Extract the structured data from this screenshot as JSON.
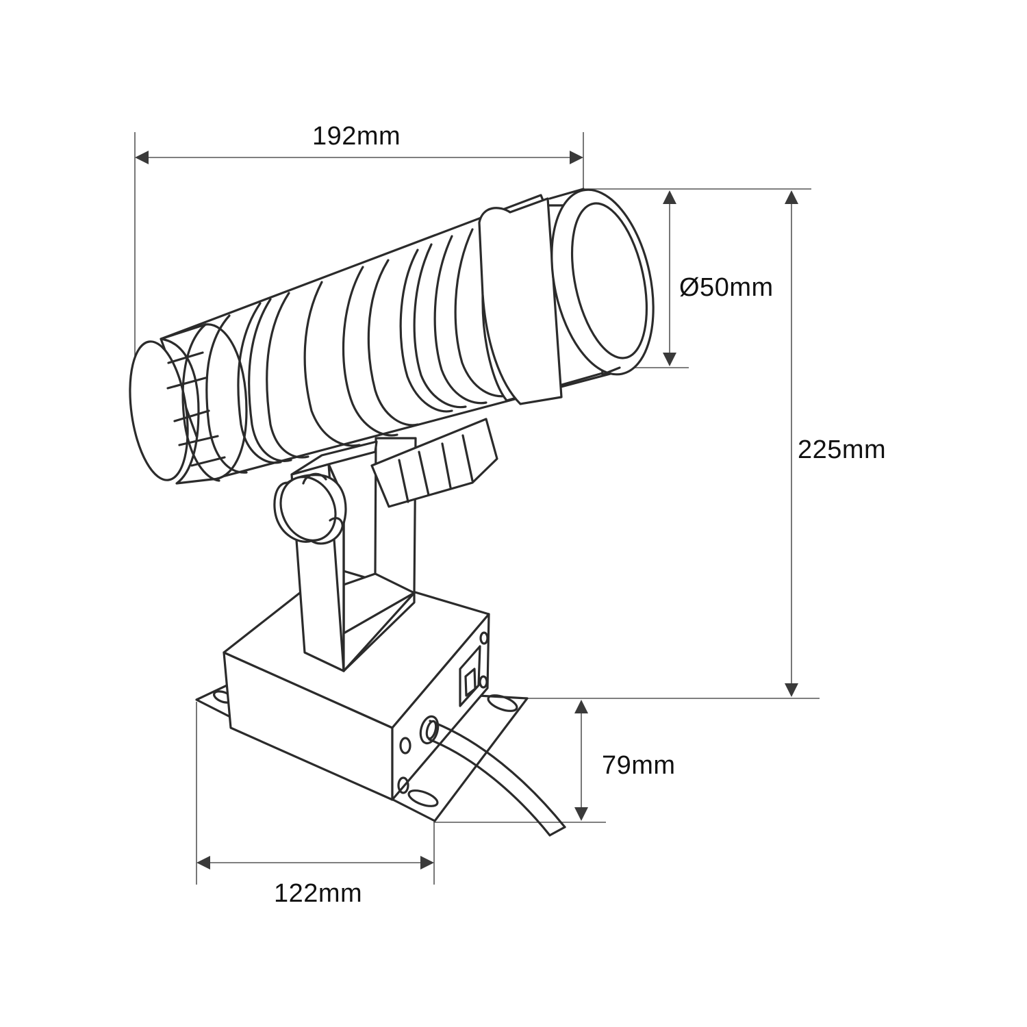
{
  "diagram": {
    "subject": "spotlight projector with bracket and mounting base",
    "line_color": "#2b2b2b",
    "dimension_line_color": "#555555",
    "background": "#ffffff"
  },
  "dimensions": {
    "overall_width": {
      "label": "192mm",
      "value": 192,
      "unit": "mm",
      "orientation": "horizontal"
    },
    "lens_diameter": {
      "label": "Ø50mm",
      "value": 50,
      "unit": "mm",
      "orientation": "vertical"
    },
    "overall_height": {
      "label": "225mm",
      "value": 225,
      "unit": "mm",
      "orientation": "vertical"
    },
    "base_height": {
      "label": "79mm",
      "value": 79,
      "unit": "mm",
      "orientation": "vertical"
    },
    "base_width": {
      "label": "122mm",
      "value": 122,
      "unit": "mm",
      "orientation": "horizontal"
    }
  }
}
